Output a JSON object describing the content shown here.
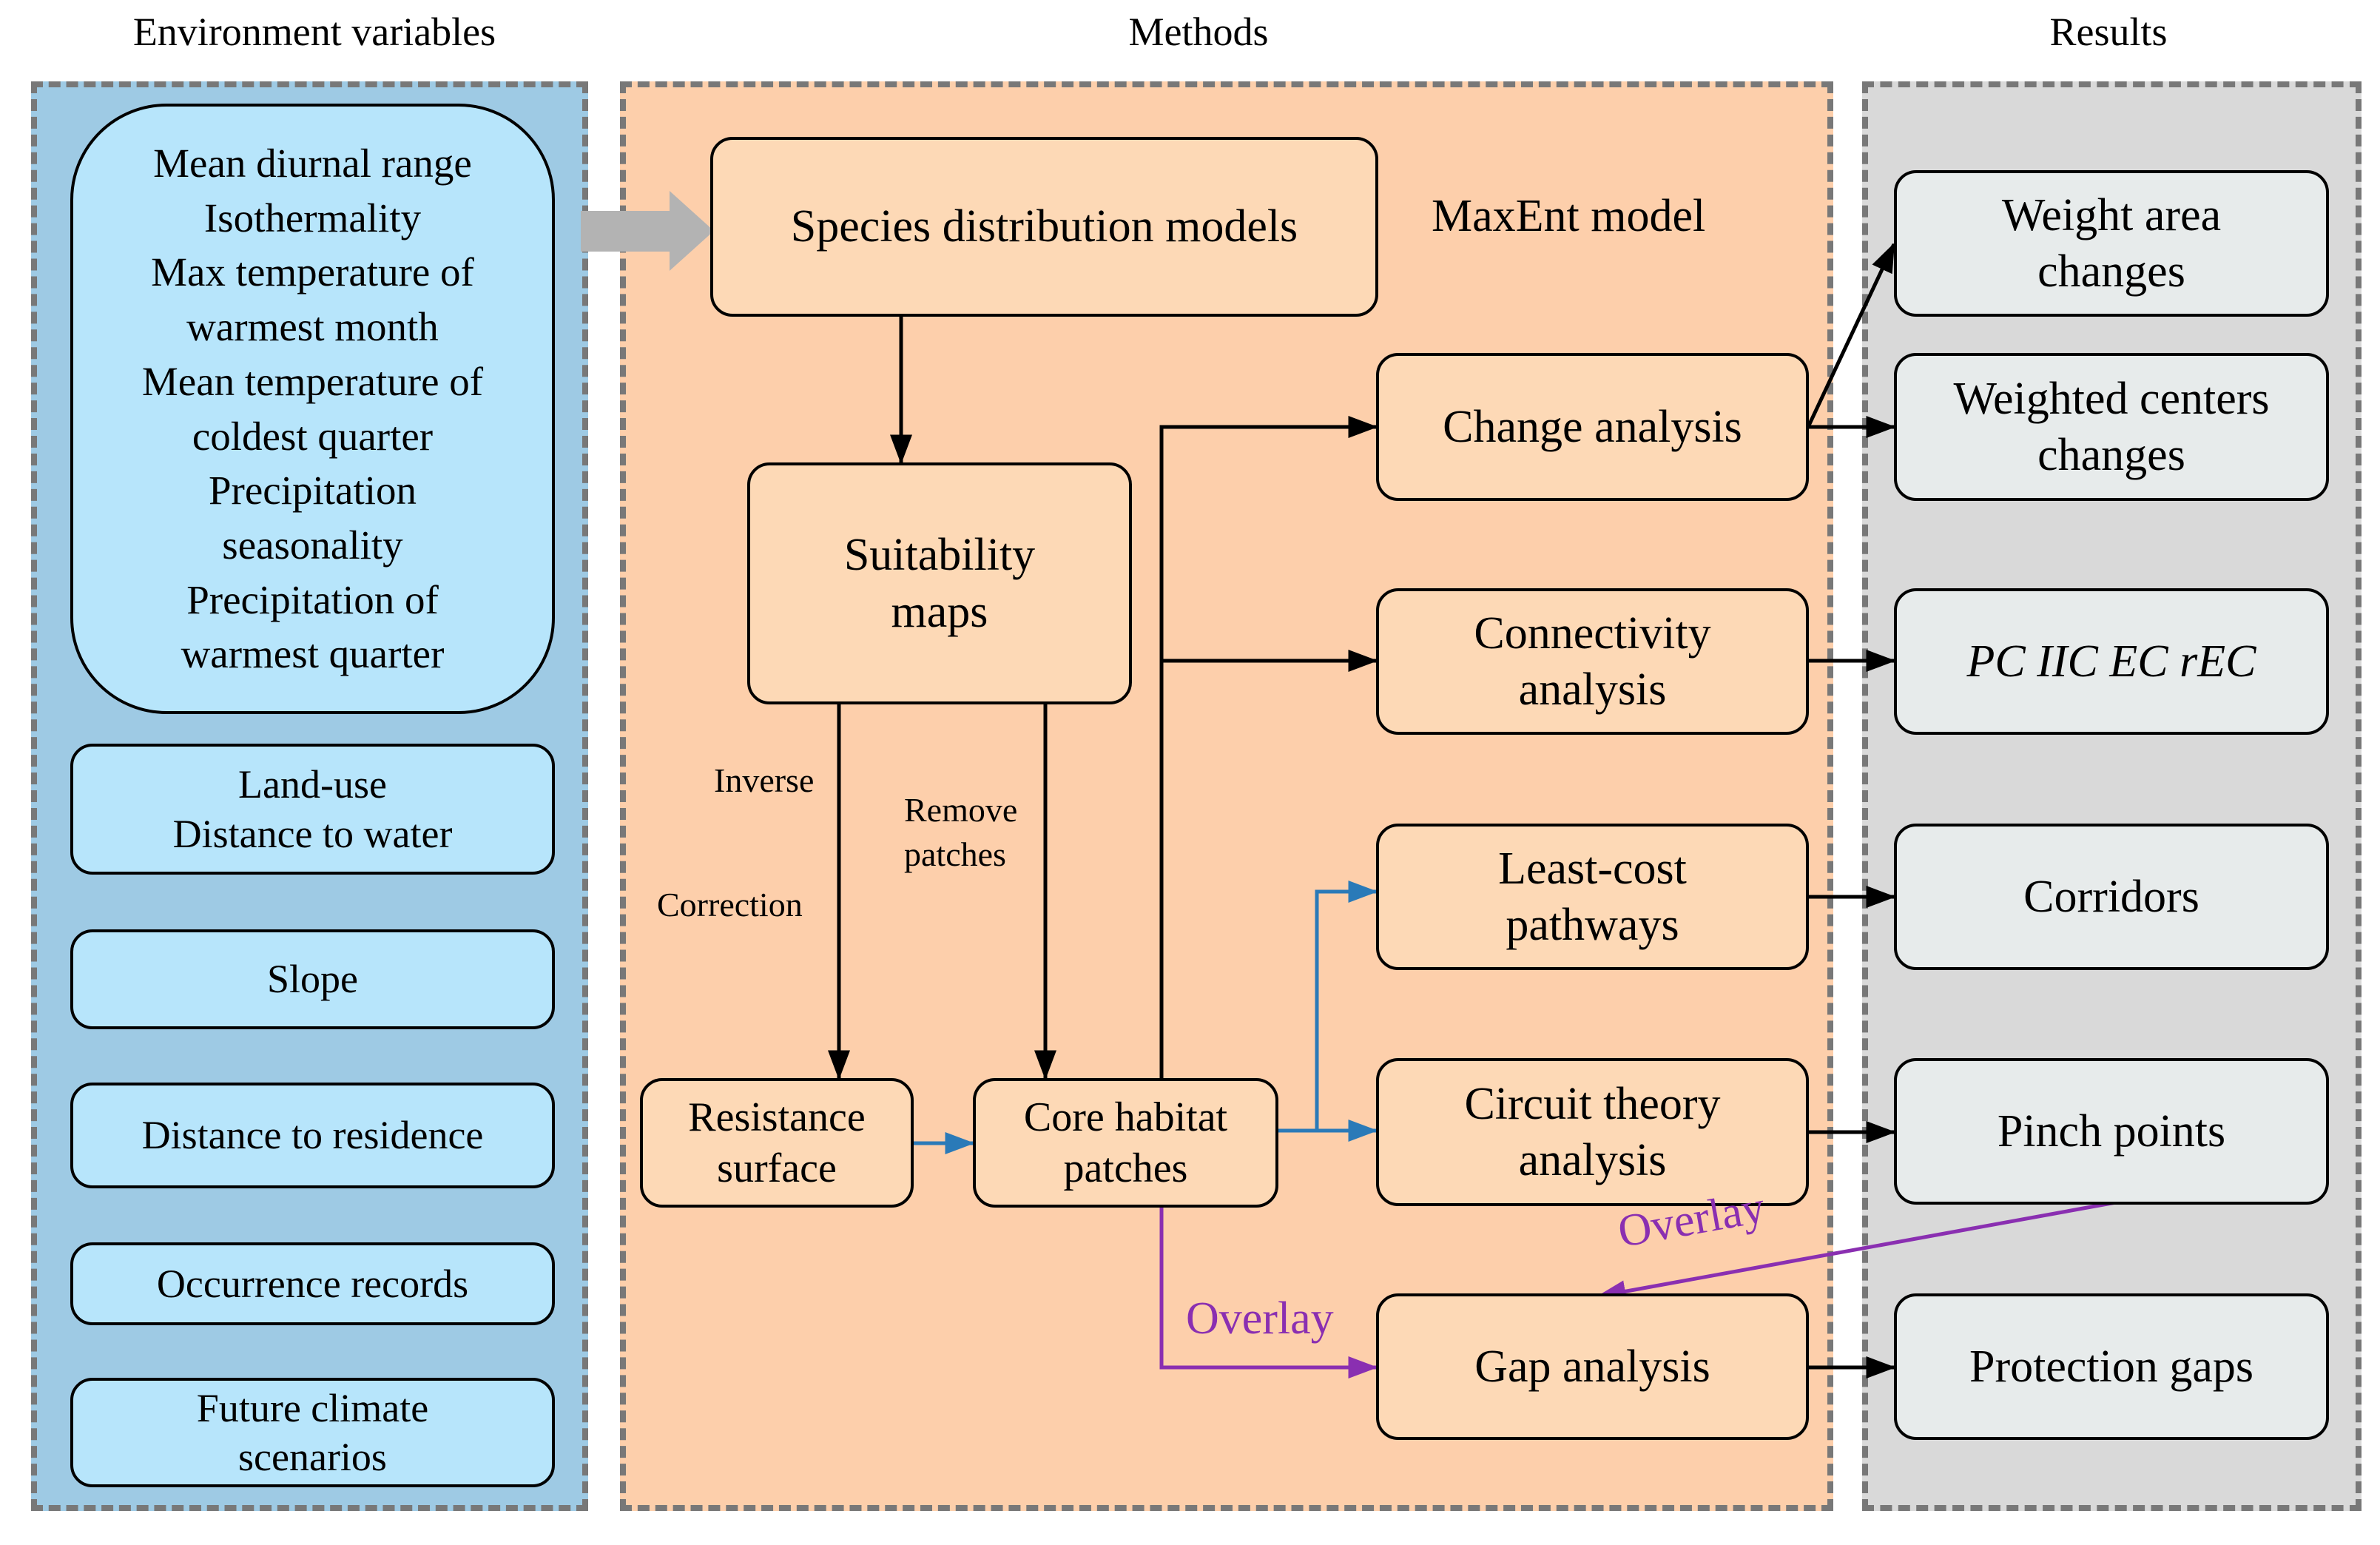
{
  "columns": {
    "environment": "Environment variables",
    "methods": "Methods",
    "results": "Results"
  },
  "environment_boxes": {
    "climate": "Mean diurnal range\nIsothermality\nMax temperature of\nwarmest month\nMean temperature of\ncoldest quarter\nPrecipitation\nseasonality\nPrecipitation of\nwarmest quarter",
    "landuse": "Land-use\nDistance to water",
    "slope": "Slope",
    "residence": "Distance to residence",
    "occurrence": "Occurrence records",
    "future": "Future climate\nscenarios"
  },
  "methods_boxes": {
    "sdm": "Species distribution models",
    "suitability": "Suitability\nmaps",
    "resistance": "Resistance\nsurface",
    "core": "Core habitat\npatches",
    "change": "Change analysis",
    "connectivity": "Connectivity\nanalysis",
    "leastcost": "Least-cost\npathways",
    "circuit": "Circuit theory\nanalysis",
    "gap": "Gap analysis"
  },
  "methods_labels": {
    "maxent": "MaxEnt model",
    "inverse": "Inverse",
    "correction": "Correction",
    "remove": "Remove\npatches",
    "overlay_left": "Overlay",
    "overlay_right": "Overlay"
  },
  "results_boxes": {
    "weight_area": "Weight area\nchanges",
    "weighted_centers": "Weighted centers\nchanges",
    "indices": "PC IIC EC rEC",
    "corridors": "Corridors",
    "pinch": "Pinch points",
    "gaps": "Protection gaps"
  },
  "colors": {
    "env_panel": "#9ecae4",
    "env_box": "#b7e5fb",
    "methods_panel": "#fdcfab",
    "methods_box": "#fdd9b6",
    "results_panel": "#d9d9d9",
    "results_box": "#e7ebeb",
    "panel_border": "#787878",
    "blue_arrow": "#2a7ab8",
    "overlay_arrow": "#8a2fb1",
    "big_arrow": "#b3b3b3"
  }
}
